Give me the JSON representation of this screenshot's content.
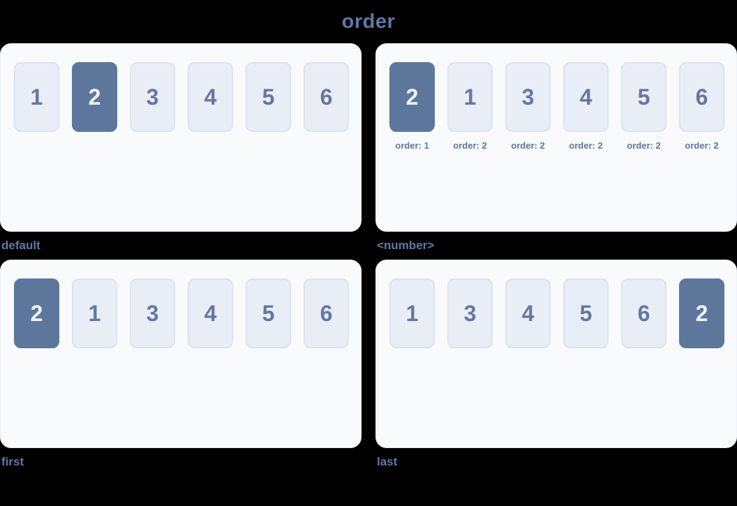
{
  "title": "order",
  "colors": {
    "background": "#000000",
    "panel_bg": "#f8fafc",
    "panel_border": "#eef1f7",
    "box_bg": "#e9edf6",
    "box_border": "#dce3ef",
    "box_text": "#64789f",
    "highlight_bg": "#5d779c",
    "highlight_text": "#eef2f7",
    "label_text": "#5e78a6",
    "sublabel_text": "#5d77a0"
  },
  "panels": [
    {
      "id": "default",
      "caption": "default",
      "items": [
        {
          "value": "1",
          "highlighted": false
        },
        {
          "value": "2",
          "highlighted": true
        },
        {
          "value": "3",
          "highlighted": false
        },
        {
          "value": "4",
          "highlighted": false
        },
        {
          "value": "5",
          "highlighted": false
        },
        {
          "value": "6",
          "highlighted": false
        }
      ]
    },
    {
      "id": "number",
      "caption": "<number>",
      "items": [
        {
          "value": "2",
          "highlighted": true,
          "sublabel": "order: 1"
        },
        {
          "value": "1",
          "highlighted": false,
          "sublabel": "order: 2"
        },
        {
          "value": "3",
          "highlighted": false,
          "sublabel": "order: 2"
        },
        {
          "value": "4",
          "highlighted": false,
          "sublabel": "order: 2"
        },
        {
          "value": "5",
          "highlighted": false,
          "sublabel": "order: 2"
        },
        {
          "value": "6",
          "highlighted": false,
          "sublabel": "order: 2"
        }
      ]
    },
    {
      "id": "first",
      "caption": "first",
      "items": [
        {
          "value": "2",
          "highlighted": true
        },
        {
          "value": "1",
          "highlighted": false
        },
        {
          "value": "3",
          "highlighted": false
        },
        {
          "value": "4",
          "highlighted": false
        },
        {
          "value": "5",
          "highlighted": false
        },
        {
          "value": "6",
          "highlighted": false
        }
      ]
    },
    {
      "id": "last",
      "caption": "last",
      "items": [
        {
          "value": "1",
          "highlighted": false
        },
        {
          "value": "3",
          "highlighted": false
        },
        {
          "value": "4",
          "highlighted": false
        },
        {
          "value": "5",
          "highlighted": false
        },
        {
          "value": "6",
          "highlighted": false
        },
        {
          "value": "2",
          "highlighted": true
        }
      ]
    }
  ]
}
